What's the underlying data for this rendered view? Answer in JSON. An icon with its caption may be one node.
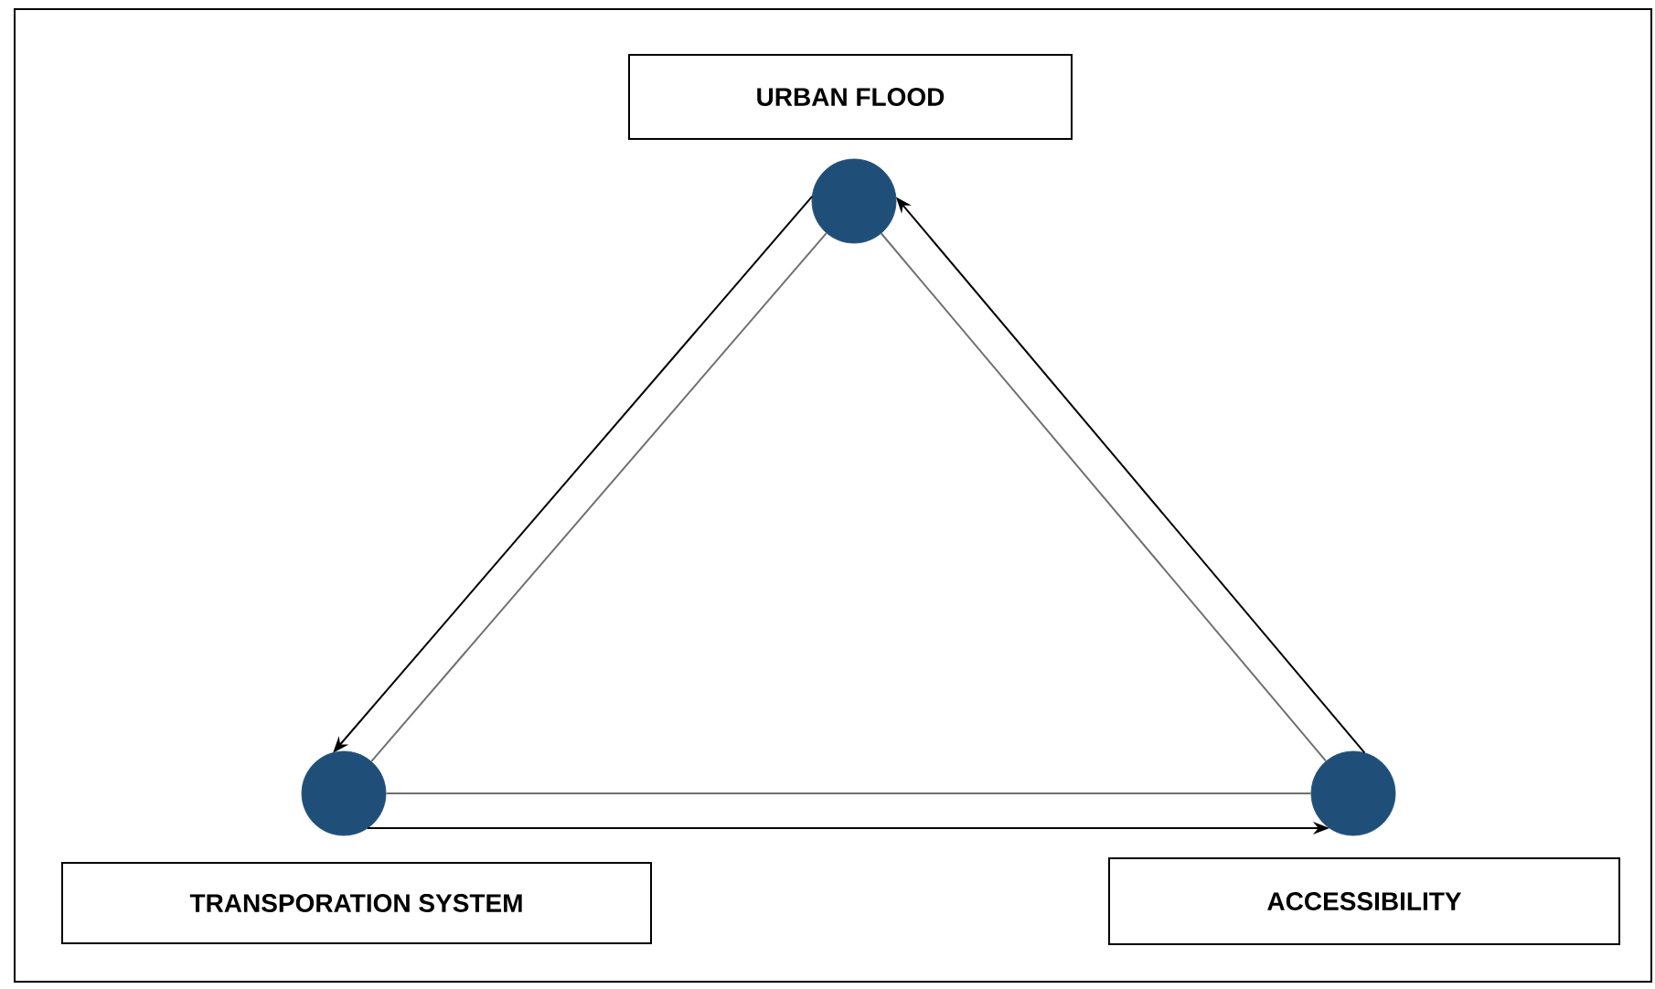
{
  "diagram": {
    "nodes": [
      {
        "text": [
          "URBAN FLOOD"
        ]
      },
      {
        "text": [],
        "shape": "circle"
      },
      {
        "text": [],
        "shape": "circle"
      },
      {
        "text": [],
        "shape": "circle"
      },
      {
        "text": [
          "TRANSPORATION SYSTEM"
        ]
      },
      {
        "text": [
          "ACCESSIBILITY"
        ]
      }
    ],
    "edges": [
      {
        "from": 1,
        "to": 2,
        "arrow": "none",
        "color": "#707070"
      },
      {
        "from": 2,
        "to": 3,
        "arrow": "none",
        "color": "#707070"
      },
      {
        "from": 3,
        "to": 1,
        "arrow": "none",
        "color": "#707070"
      },
      {
        "from": 1,
        "to": 2,
        "arrow": "to",
        "color": "#000000"
      },
      {
        "from": 2,
        "to": 3,
        "arrow": "to",
        "color": "#000000"
      },
      {
        "from": 3,
        "to": 1,
        "arrow": "to",
        "color": "#000000"
      }
    ]
  }
}
